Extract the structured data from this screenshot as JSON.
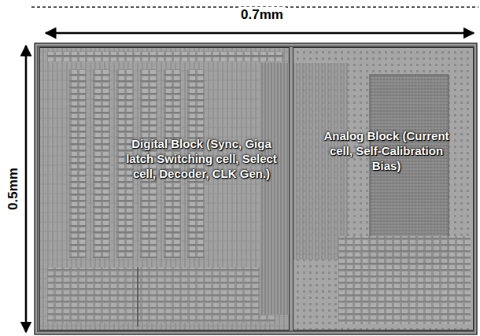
{
  "diagram": {
    "nodes": [
      {
        "text": [
          "Digital Block (Sync, Giga latch Switching cell, Select cell, Decoder, CLK Gen.)"
        ]
      },
      {
        "text": [
          "Analog Block (Current cell, Self-Calibration Bias)"
        ]
      }
    ],
    "labels": [
      "0.7mm",
      "0.5mm"
    ]
  }
}
